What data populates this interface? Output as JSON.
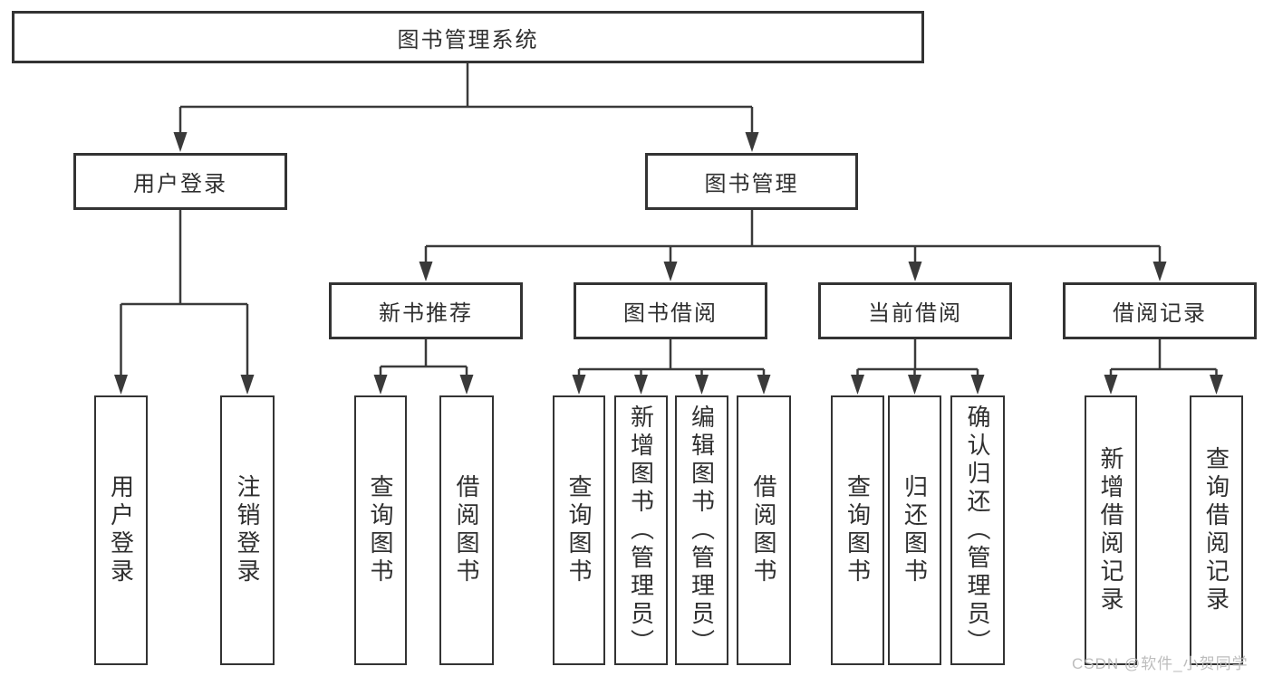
{
  "tree": {
    "label": "图书管理系统",
    "children": [
      {
        "label": "用户登录",
        "children": [
          {
            "label": "用户登录"
          },
          {
            "label": "注销登录"
          }
        ]
      },
      {
        "label": "图书管理",
        "children": [
          {
            "label": "新书推荐",
            "children": [
              {
                "label": "查询图书"
              },
              {
                "label": "借阅图书"
              }
            ]
          },
          {
            "label": "图书借阅",
            "children": [
              {
                "label": "查询图书"
              },
              {
                "label": "新增图书（管理员）"
              },
              {
                "label": "编辑图书（管理员）"
              },
              {
                "label": "借阅图书"
              }
            ]
          },
          {
            "label": "当前借阅",
            "children": [
              {
                "label": "查询图书"
              },
              {
                "label": "归还图书"
              },
              {
                "label": "确认归还（管理员）"
              }
            ]
          },
          {
            "label": "借阅记录",
            "children": [
              {
                "label": "新增借阅记录"
              },
              {
                "label": "查询借阅记录"
              }
            ]
          }
        ]
      }
    ]
  },
  "watermark": {
    "text": "CSDN @软件_小贺同学"
  },
  "colors": {
    "line": "#3a3a3a",
    "box_border": "#333333",
    "text": "#2f2f2f",
    "watermark": "#bdbdbd",
    "background": "#ffffff"
  }
}
